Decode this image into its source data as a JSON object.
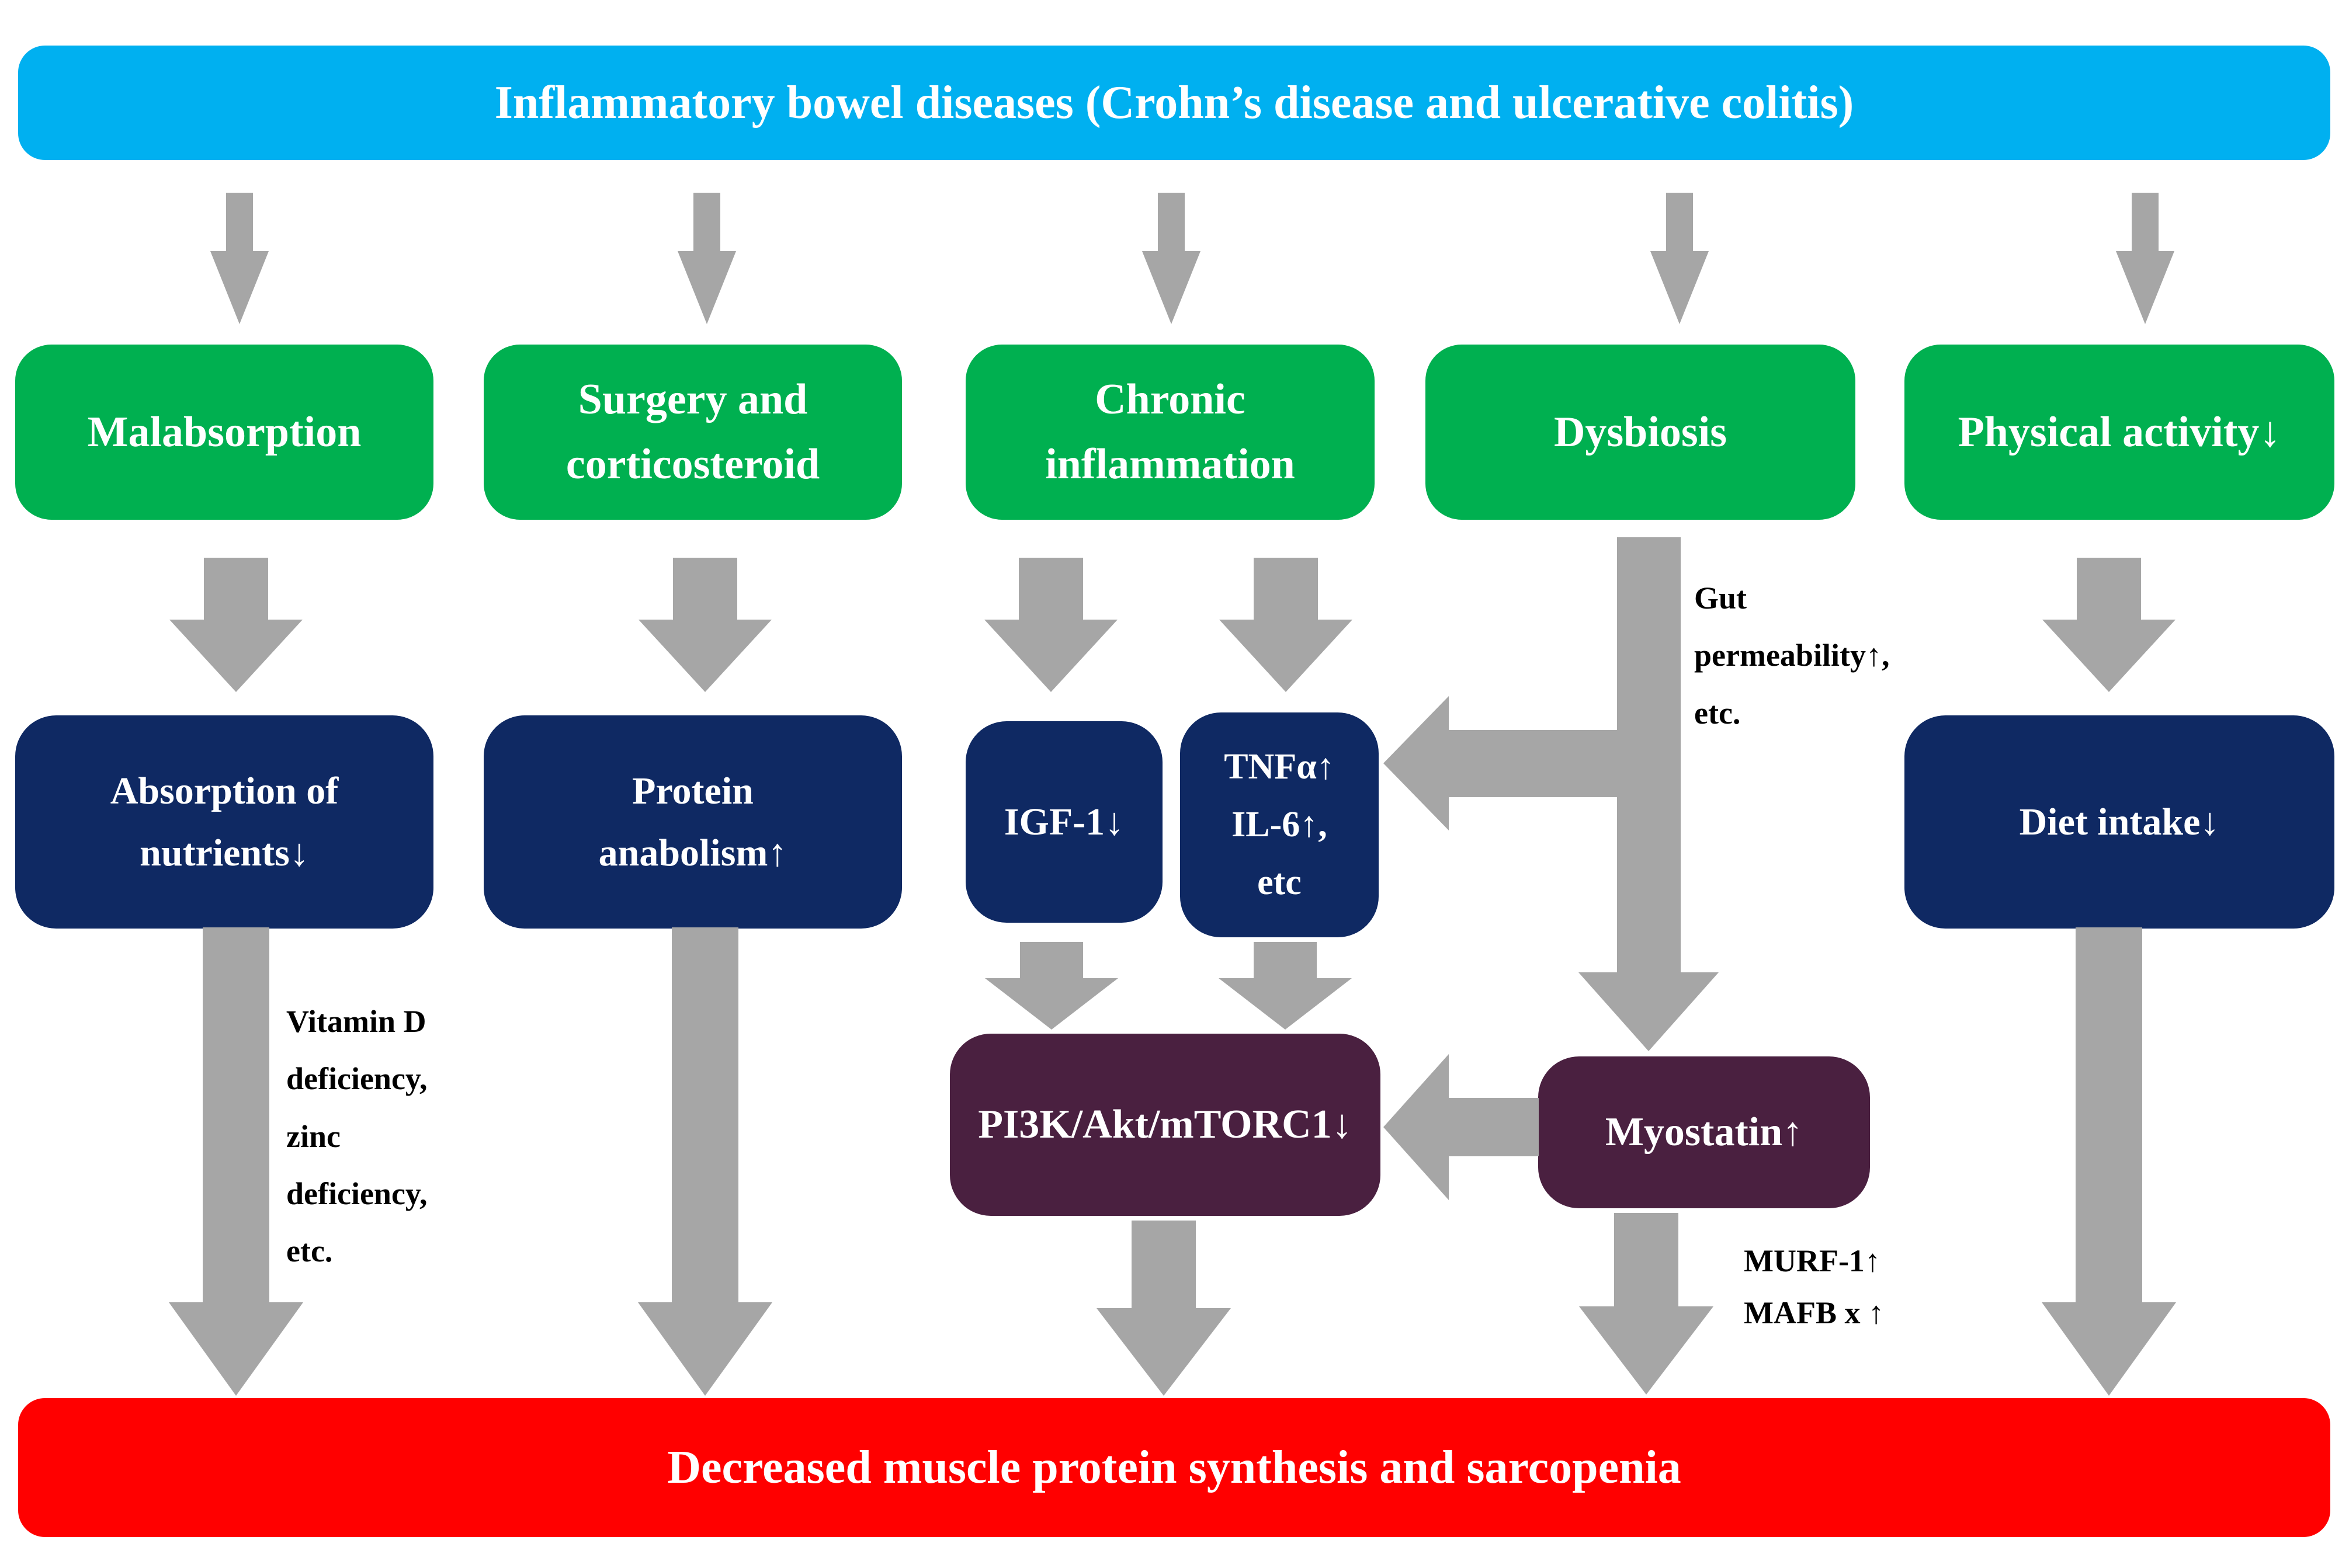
{
  "palette": {
    "cyan": "#00B0F0",
    "green": "#00B050",
    "navy": "#0F2963",
    "plum": "#4A2040",
    "red": "#FF0000",
    "gray": "#A6A6A6",
    "box_text": "#FFFFFF",
    "note_text": "#000000"
  },
  "title_banner": {
    "label": "Inflammatory bowel diseases (Crohn’s disease and ulcerative colitis)"
  },
  "causes": [
    {
      "label": "Malabsorption"
    },
    {
      "label": "Surgery and\ncorticosteroid"
    },
    {
      "label": "Chronic\ninflammation"
    },
    {
      "label": "Dysbiosis"
    },
    {
      "label": "Physical activity↓"
    }
  ],
  "mediators": [
    {
      "label": "Absorption  of\nnutrients↓"
    },
    {
      "label": "Protein\nanabolism↑"
    },
    {
      "label": "IGF-1↓"
    },
    {
      "label": "TNFα↑\nIL-6↑,\netc"
    },
    {
      "label": "Diet intake↓"
    }
  ],
  "pathways": [
    {
      "label": "PI3K/Akt/mTORC1↓"
    },
    {
      "label": "Myostatin↑"
    }
  ],
  "annotations": {
    "gut": "Gut\npermeability↑,\netc.",
    "vitamin": "Vitamin  D\ndeficiency,\nzinc\ndeficiency,\netc.",
    "murf": "MURF-1↑\nMAFB x ↑"
  },
  "outcome": {
    "label": "Decreased muscle protein synthesis and sarcopenia"
  }
}
